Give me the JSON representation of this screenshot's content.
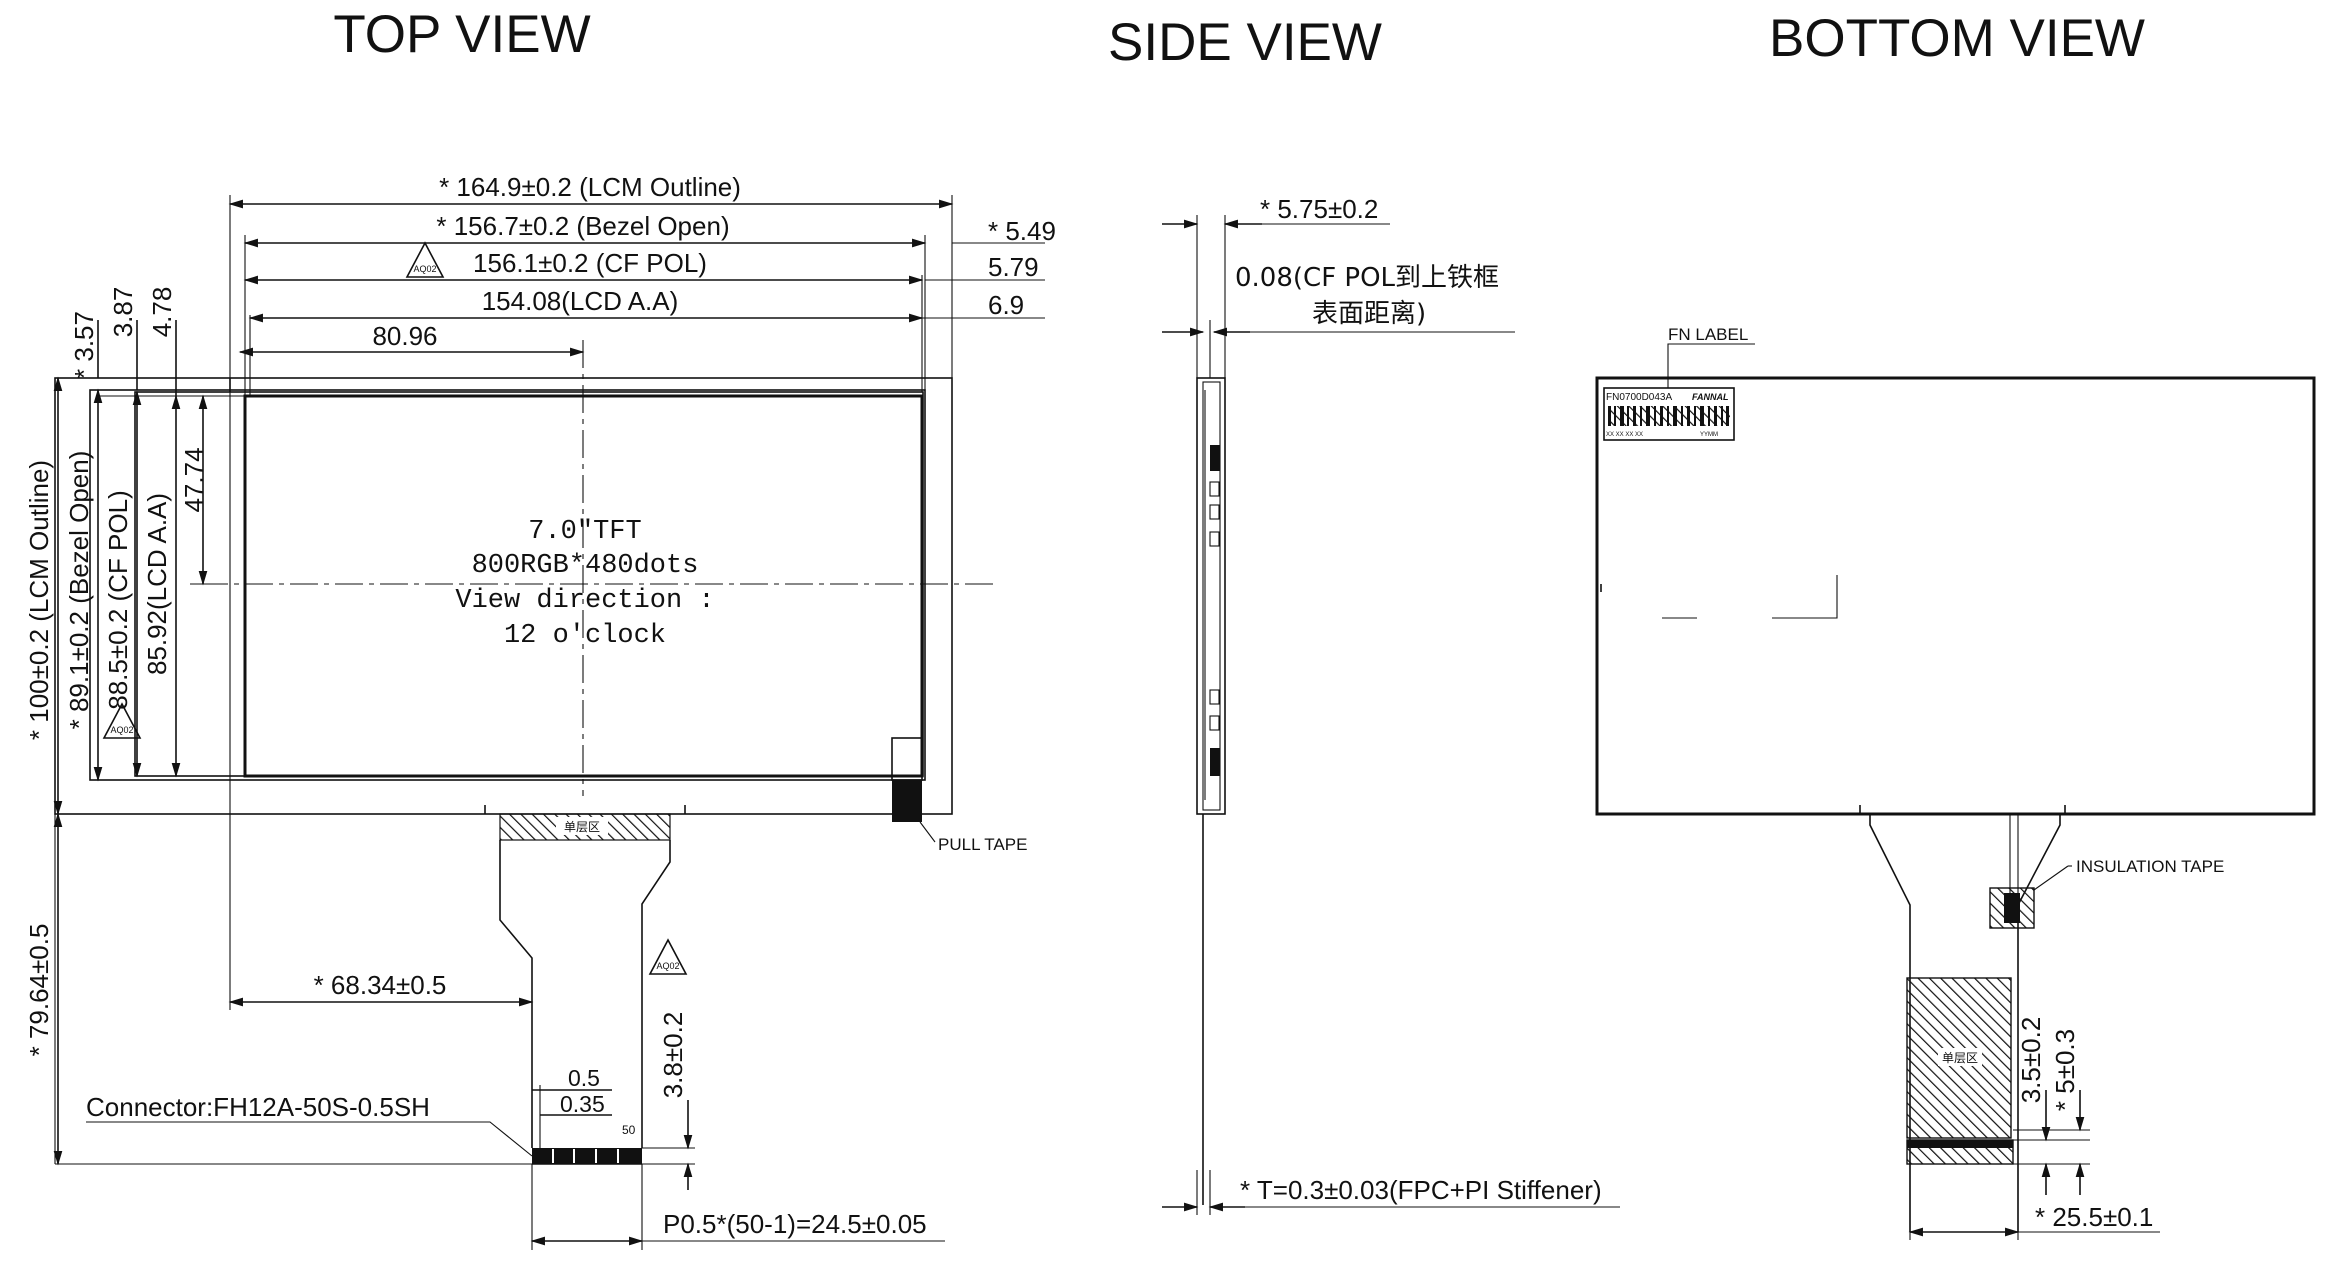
{
  "views": {
    "top_title": "TOP VIEW",
    "side_title": "SIDE VIEW",
    "bottom_title": "BOTTOM VIEW"
  },
  "top": {
    "lcm_outline_w": "* 164.9±0.2 (LCM Outline)",
    "bezel_open_w": "* 156.7±0.2 (Bezel Open)",
    "cf_pol_w": "156.1±0.2 (CF POL)",
    "lcd_aa_w": "154.08(LCD A.A)",
    "center_x": "80.96",
    "right_549": "* 5.49",
    "right_579": "5.79",
    "right_69": "6.9",
    "left_357": "* 3.57",
    "left_387": "3.87",
    "left_478": "4.78",
    "lcm_outline_h": "* 100±0.2 (LCM Outline)",
    "bezel_open_h": "* 89.1±0.2 (Bezel Open)",
    "cf_pol_h": "88.5±0.2 (CF POL)",
    "lcd_aa_h": "85.92(LCD A.A)",
    "center_y": "47.74",
    "panel_line1": "7.0\"TFT",
    "panel_line2": "800RGB*480dots",
    "panel_line3": "View direction :",
    "panel_line4": "12 o'clock",
    "pull_tape": "PULL TAPE",
    "single_layer": "单层区",
    "revision_mark": "AQ02",
    "fpc_offset": "* 68.34±0.5",
    "fpc_length": "* 79.64±0.5",
    "gap_05": "0.5",
    "gap_035": "0.35",
    "pin_50": "50",
    "finger_len": "3.8±0.2",
    "connector": "Connector:FH12A-50S-0.5SH",
    "pitch": "P0.5*(50-1)=24.5±0.05"
  },
  "side": {
    "thickness": "* 5.75±0.2",
    "pol_gap_1": "0.08(CF POL到上铁框",
    "pol_gap_2": "表面距离)",
    "fpc_t": "* T=0.3±0.03(FPC+PI Stiffener)"
  },
  "bottom": {
    "fn_label": "FN LABEL",
    "label_code": "FN0700D043A",
    "label_brand": "FANNAL",
    "label_small_left": "XX XX XX XX",
    "label_small_right": "YYMM",
    "insulation_tape": "INSULATION TAPE",
    "stiff_35": "3.5±0.2",
    "stiff_5": "* 5±0.3",
    "width_255": "* 25.5±0.1",
    "single_layer": "单层区"
  }
}
